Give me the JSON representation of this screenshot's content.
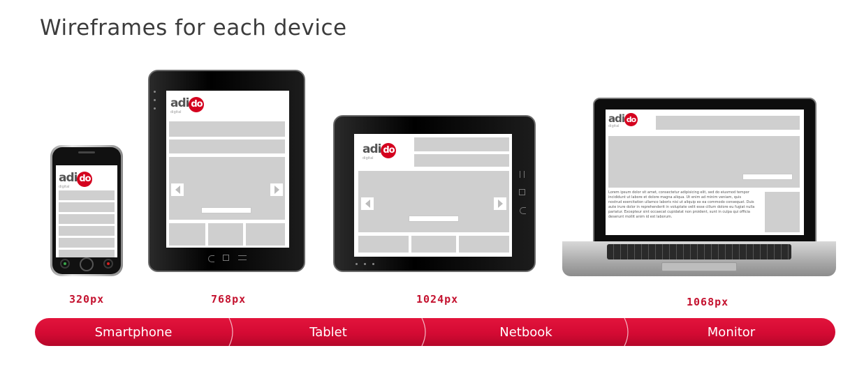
{
  "page": {
    "title": "Wireframes for each device"
  },
  "logo": {
    "text_left": "adi",
    "text_o": "do",
    "tagline": "digital"
  },
  "devices": [
    {
      "label": "Smartphone",
      "width_label": "320px"
    },
    {
      "label": "Tablet",
      "width_label": "768px"
    },
    {
      "label": "Netbook",
      "width_label": "1024px"
    },
    {
      "label": "Monitor",
      "width_label": "1068px"
    }
  ],
  "monitor": {
    "body_text": "Lorem ipsum dolor sit amet, consectetur adipisicing elit, sed do eiusmod tempor incididunt ut labore et dolore magna aliqua. Ut enim ad minim veniam, quis nostrud exercitation ullamco laboris nisi ut aliquip ex ea commodo consequat. Duis aute irure dolor in reprehenderit in voluptate velit esse cillum dolore eu fugiat nulla pariatur. Excepteur sint occaecat cupidatat non proident, sunt in culpa qui officia deserunt mollit anim id est laborum."
  },
  "colors": {
    "accent": "#d40a33",
    "wire_block": "#cfcfcf",
    "device_frame": "#111111"
  }
}
